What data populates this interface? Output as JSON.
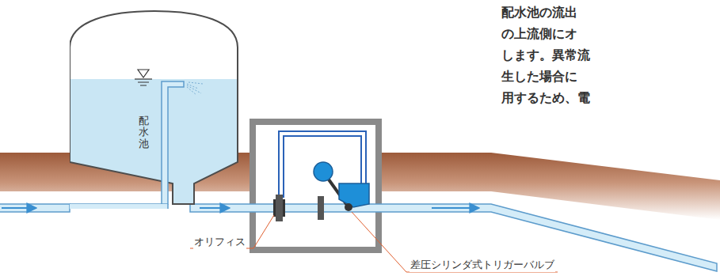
{
  "diagram": {
    "nodes": [
      {
        "text": [
          "配水池"
        ]
      }
    ],
    "labels": [
      "配水池の流出",
      "の上流側にオ",
      "します。異常流",
      "生した場合に",
      "用するため、電",
      "オリフィス",
      "差圧シリンダ式トリガーバルブ"
    ]
  }
}
